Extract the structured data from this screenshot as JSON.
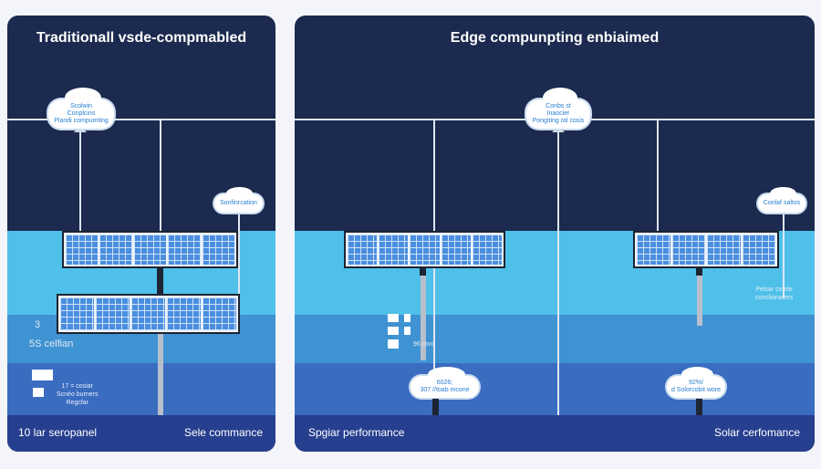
{
  "left": {
    "title": "Traditionall vsde-compmabled",
    "top_cloud": [
      "Scolwin",
      "Conplcins",
      "Plandi compumting"
    ],
    "side_cloud": "Sonfinrcation",
    "label_num": "3",
    "label_text": "5S celfian",
    "device_text": [
      "17 = cosiar",
      "Scnéo burners",
      "Regcfar"
    ],
    "footer_left": "10 lar seropanel",
    "footer_right": "Sele commance"
  },
  "right": {
    "title": "Edge compunpting enbiaimed",
    "top_cloud": [
      "Conbs st",
      "Inaocier",
      "Pongiting ral cosis"
    ],
    "side_cloud": "Conlaf saltos",
    "side_text": [
      "Pelzar comle",
      "conclionatres"
    ],
    "rovo_text": "96 rovo",
    "bottom_cloud_left": [
      "6026;",
      "307 //toab mcone"
    ],
    "bottom_cloud_right": [
      "92%/",
      "d Solorcobit wore"
    ],
    "footer_left": "Spgiar performance",
    "footer_right": "Solar cerfomance"
  },
  "colors": {
    "sky": "#1b2a4e",
    "band_light": "#4fc0ea",
    "band_mid": "#3f93d2",
    "band_deep": "#3a6cc0",
    "footer": "#273f8f"
  }
}
